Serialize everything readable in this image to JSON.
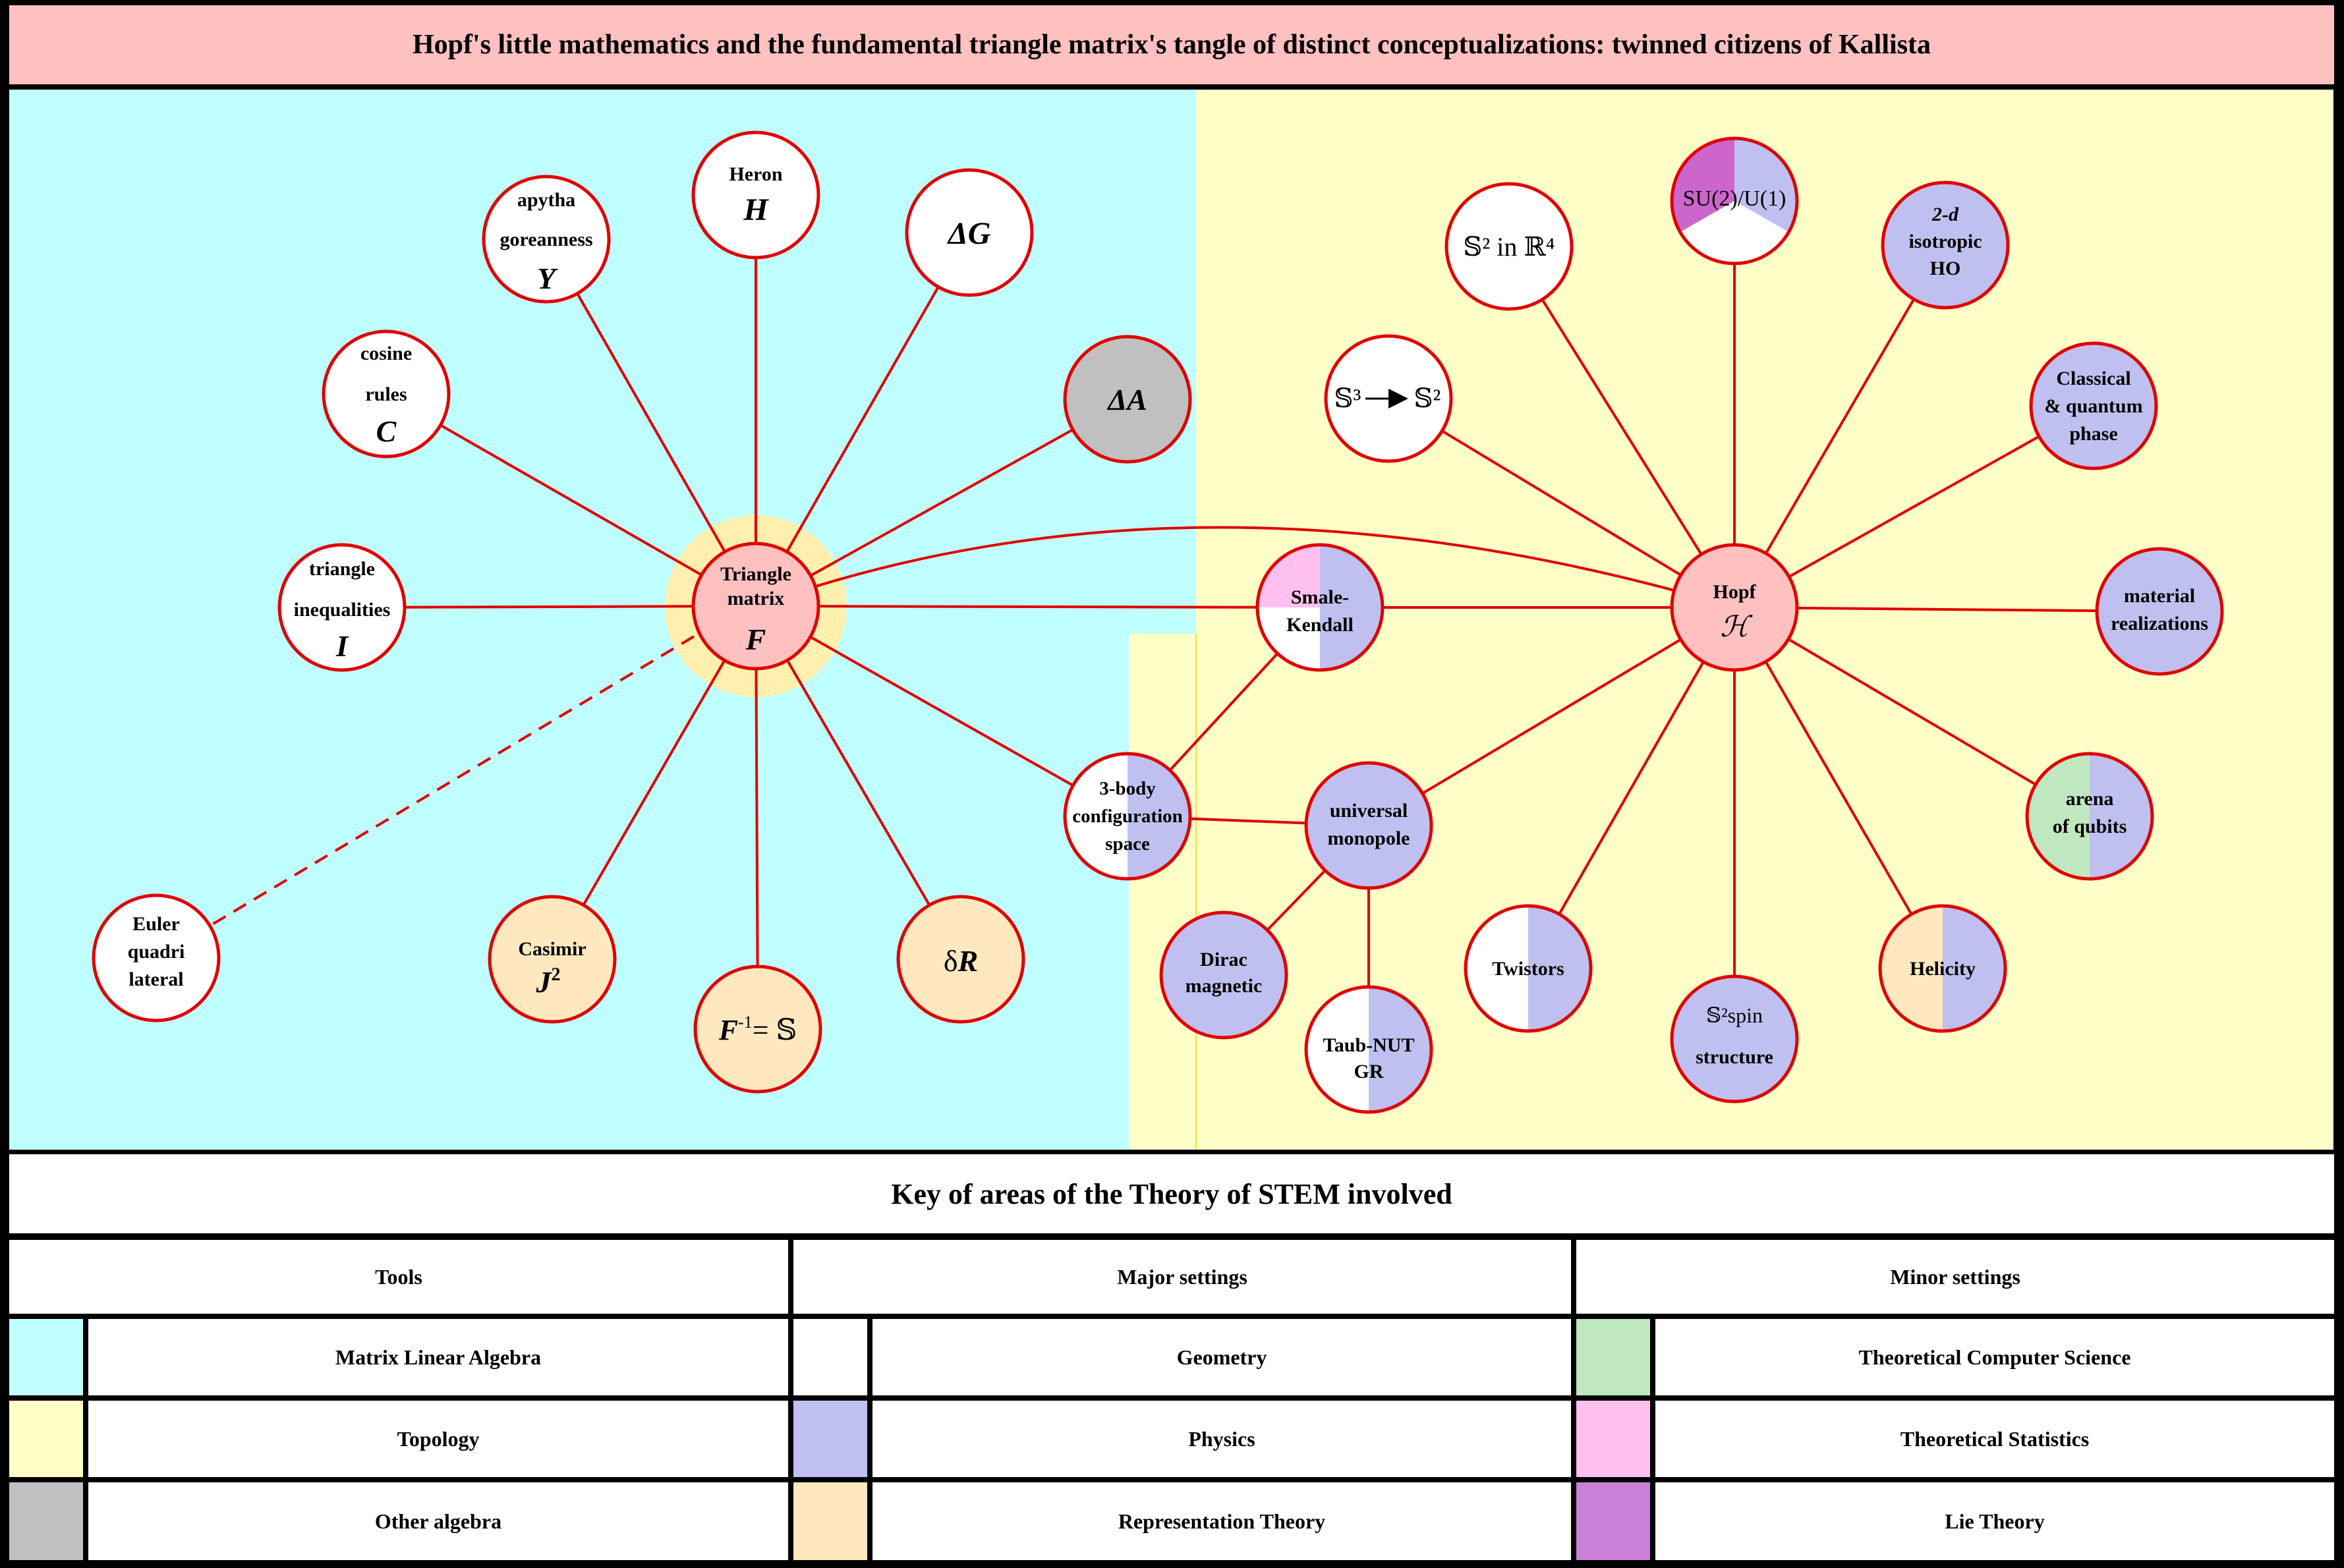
{
  "title": "Hopf's little mathematics and the fundamental triangle matrix's tangle of distinct conceptualizations: twinned citizens of Kallista",
  "colors": {
    "matrix_linear_algebra": "#c0ffff",
    "topology": "#ffffc8",
    "other_algebra": "#c0c0c0",
    "geometry": "#ffffff",
    "physics": "#c0c0f0",
    "representation_theory": "#ffe8c0",
    "theoretical_computer_science": "#c0f0c8",
    "theoretical_statistics": "#ffc0f0",
    "lie_theory": "#c880d8",
    "title_bar": "#ffc0c0",
    "node_border": "#e00000",
    "edge": "#e00000",
    "hub_fill": "#ffc0c0",
    "halo": "#fff0b0"
  },
  "nodes": {
    "triangle_matrix": {
      "lines": [
        "Triangle",
        "matrix"
      ],
      "symbol": "F"
    },
    "hopf": {
      "lines": [
        "Hopf"
      ],
      "symbol": "ℋ"
    },
    "heron": {
      "lines": [
        "Heron"
      ],
      "symbol": "H"
    },
    "pythagoreanness": {
      "lines": [
        "apytha",
        "goreanness"
      ],
      "symbol": "Y"
    },
    "cosine_rules": {
      "lines": [
        "cosine",
        "rules"
      ],
      "symbol": "C"
    },
    "triangle_inequalities": {
      "lines": [
        "triangle",
        "inequalities"
      ],
      "symbol": "I"
    },
    "delta_g": {
      "label": "ΔG"
    },
    "delta_a": {
      "label": "ΔA"
    },
    "euler": {
      "lines": [
        "Euler",
        "quadri",
        "lateral"
      ]
    },
    "casimir": {
      "lines": [
        "Casimir"
      ],
      "symbol": "J",
      "sup": "2"
    },
    "inverse": {
      "lhs": "F",
      "sup": "-1",
      "rhs": "=  𝕊"
    },
    "delta_r": {
      "prefix": "δ",
      "symbol": "R"
    },
    "three_body": {
      "lines": [
        "3-body",
        "configuration",
        "space"
      ]
    },
    "smale_kendall": {
      "lines": [
        "Smale-",
        "Kendall"
      ]
    },
    "universal_monopole": {
      "lines": [
        "universal",
        "monopole"
      ]
    },
    "dirac": {
      "lines": [
        "Dirac",
        "magnetic"
      ]
    },
    "taub_nut": {
      "lines": [
        "Taub-NUT",
        "GR"
      ]
    },
    "twistors": {
      "lines": [
        "Twistors"
      ]
    },
    "s2_spin": {
      "lines": [
        "𝕊²spin",
        "structure"
      ]
    },
    "helicity": {
      "lines": [
        "Helicity"
      ]
    },
    "qubits": {
      "lines": [
        "arena",
        "of qubits"
      ]
    },
    "material": {
      "lines": [
        "material",
        "realizations"
      ]
    },
    "classical_quantum": {
      "lines": [
        "Classical",
        "& quantum",
        "phase"
      ]
    },
    "isotropic_ho": {
      "lines": [
        "2-d",
        "isotropic",
        "HO"
      ]
    },
    "su2": {
      "label": "SU(2)/U(1)"
    },
    "s2_in_r4": {
      "label": "𝕊² in  ℝ⁴"
    },
    "s3_s2": {
      "left": "𝕊³",
      "right": "𝕊²"
    }
  },
  "key": {
    "title": "Key of areas of the Theory of STEM involved",
    "columns": [
      {
        "header": "Tools",
        "items": [
          "Matrix Linear Algebra",
          "Topology",
          "Other algebra"
        ]
      },
      {
        "header": "Major settings",
        "items": [
          "Geometry",
          "Physics",
          "Representation Theory"
        ]
      },
      {
        "header": "Minor settings",
        "items": [
          "Theoretical Computer Science",
          "Theoretical Statistics",
          "Lie Theory"
        ]
      }
    ]
  }
}
